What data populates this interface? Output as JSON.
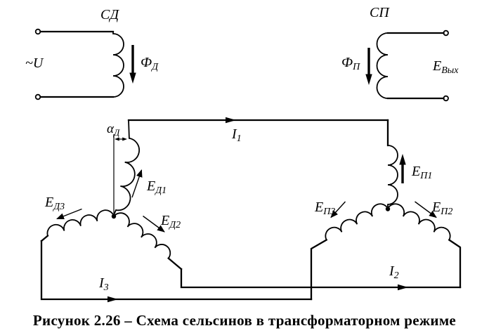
{
  "figure": {
    "caption": "Рисунок 2.26 – Схема сельсинов в трансформаторном режиме"
  },
  "colors": {
    "line": "#000000",
    "background": "#ffffff",
    "text": "#000000"
  },
  "labels": {
    "transmitter_title": "СД",
    "receiver_title": "СП",
    "supply_voltage": "~U",
    "flux_transmitter": {
      "main": "Ф",
      "sub": "Д"
    },
    "flux_receiver": {
      "main": "Ф",
      "sub": "П"
    },
    "output_emf": {
      "main": "Е",
      "sub": "Вых"
    },
    "current_1": {
      "main": "I",
      "sub": "1"
    },
    "current_2": {
      "main": "I",
      "sub": "2"
    },
    "current_3": {
      "main": "I",
      "sub": "3"
    },
    "angle_transmitter": {
      "main": "α",
      "sub": "Д"
    },
    "emf_d1": {
      "main": "Е",
      "sub": "Д1"
    },
    "emf_d2": {
      "main": "Е",
      "sub": "Д2"
    },
    "emf_d3": {
      "main": "Е",
      "sub": "Д3"
    },
    "emf_p1": {
      "main": "Е",
      "sub": "П1"
    },
    "emf_p2": {
      "main": "Е",
      "sub": "П2"
    },
    "emf_p3": {
      "main": "Е",
      "sub": "П3"
    }
  }
}
